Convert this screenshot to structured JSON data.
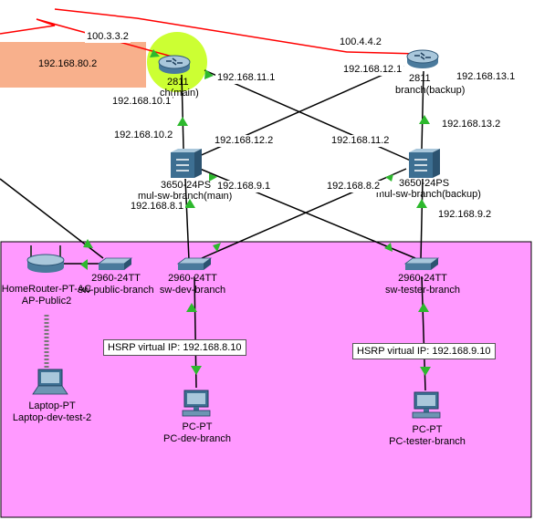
{
  "zones": {
    "branch_color": "#ff99ff",
    "highlight_color": "#ccff33",
    "external_band_color": "#f8b08c"
  },
  "link_colors": {
    "wan": "#ff0000",
    "lan": "#000000",
    "link_up": "#2db82d",
    "wireless": "#777777"
  },
  "devices": {
    "router_main": {
      "type": "2811",
      "name_partial": "ch(main)"
    },
    "router_backup": {
      "type": "2811",
      "name": "branch(backup)"
    },
    "ml_main": {
      "type": "3650-24PS",
      "name_partial": "mul-sw-branch(main)"
    },
    "ml_backup": {
      "type": "3650-24PS",
      "name_partial": "mul-sw-branch(backup)"
    },
    "sw_public": {
      "type": "2960-24TT",
      "name": "sw-public-branch"
    },
    "sw_dev": {
      "type": "2960-24TT",
      "name": "sw-dev-branch"
    },
    "sw_tester": {
      "type": "2960-24TT",
      "name": "sw-tester-branch"
    },
    "home_router": {
      "type": "HomeRouter-PT-AC",
      "name": "AP-Public2"
    },
    "laptop": {
      "type": "Laptop-PT",
      "name": "Laptop-dev-test-2"
    },
    "pc_dev": {
      "type": "PC-PT",
      "name": "PC-dev-branch"
    },
    "pc_tester": {
      "type": "PC-PT",
      "name": "PC-tester-branch"
    }
  },
  "ip_labels": {
    "wan_main": "100.3.3.2",
    "wan_backup": "100.4.4.2",
    "external": "192.168.80.2",
    "r_main_10_1": "192.168.10.1",
    "r_main_11_1": "192.168.11.1",
    "r_backup_12_1": "192.168.12.1",
    "r_backup_13_1": "192.168.13.1",
    "ml_main_10_2": "192.168.10.2",
    "ml_main_12_2": "192.168.12.2",
    "ml_backup_11_2": "192.168.11.2",
    "ml_backup_13_2": "192.168.13.2",
    "ml_main_9_1": "192.168.9.1",
    "ml_main_8_1": "192.168.8.1",
    "ml_backup_8_2": "192.168.8.2",
    "ml_backup_9_2": "192.168.9.2"
  },
  "hsrp": {
    "dev": "HSRP virtual IP: 192.168.8.10",
    "tester": "HSRP virtual IP: 192.168.9.10"
  }
}
